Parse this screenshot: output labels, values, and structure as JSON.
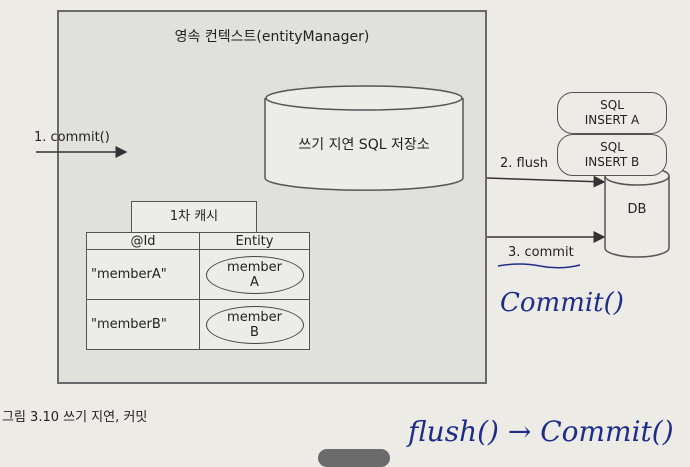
{
  "context": {
    "title": "영속 컨텍스트(entityManager)"
  },
  "store": {
    "label": "쓰기 지연 SQL 저장소"
  },
  "cache": {
    "tab_label": "1차 캐시",
    "headers": [
      "@Id",
      "Entity"
    ],
    "rows": [
      {
        "id": "\"memberA\"",
        "entity_line1": "member",
        "entity_line2": "A"
      },
      {
        "id": "\"memberB\"",
        "entity_line1": "member",
        "entity_line2": "B"
      }
    ]
  },
  "arrows": {
    "commit_in": "1. commit()",
    "flush": "2. flush",
    "commit": "3. commit"
  },
  "sql": [
    {
      "line1": "SQL",
      "line2": "INSERT A"
    },
    {
      "line1": "SQL",
      "line2": "INSERT B"
    }
  ],
  "db": {
    "label": "DB"
  },
  "handwriting": {
    "commit_note": "Commit()",
    "bottom_note": "flush() → Commit()"
  },
  "caption": "그림 3.10 쓰기 지연, 커밋",
  "colors": {
    "ink": "#1f2d8a",
    "background": "#ecebe6",
    "context_fill": "#e0e0dd"
  }
}
